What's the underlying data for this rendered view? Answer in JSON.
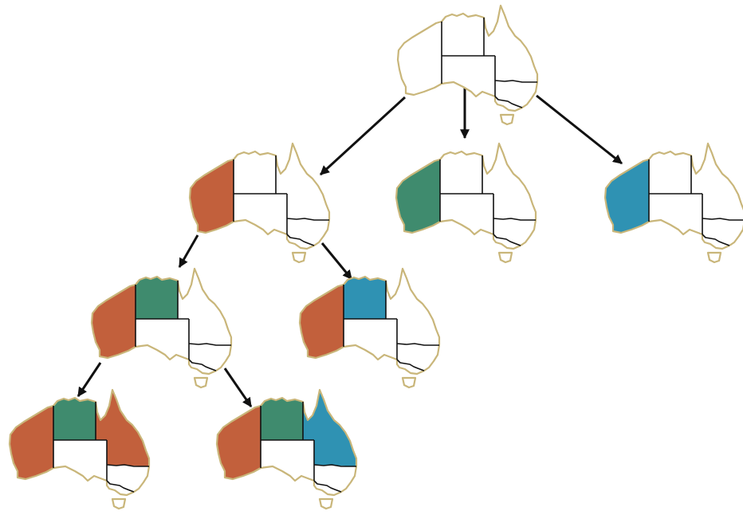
{
  "colors": {
    "red": "#c2603c",
    "green": "#3f8b6e",
    "blue": "#2f92b3",
    "uncolored": "#ffffff",
    "coastline": "#c9b67a",
    "border": "#111111"
  },
  "regions": [
    "WA",
    "NT",
    "SA",
    "Q",
    "NSW",
    "V",
    "T"
  ],
  "states": [
    {
      "id": "root",
      "assignment": {}
    },
    {
      "id": "wa-red",
      "assignment": {
        "WA": "red"
      }
    },
    {
      "id": "wa-green",
      "assignment": {
        "WA": "green"
      }
    },
    {
      "id": "wa-blue",
      "assignment": {
        "WA": "blue"
      }
    },
    {
      "id": "wa-red-nt-green",
      "assignment": {
        "WA": "red",
        "NT": "green"
      }
    },
    {
      "id": "wa-red-nt-blue",
      "assignment": {
        "WA": "red",
        "NT": "blue"
      }
    },
    {
      "id": "wa-red-nt-green-q-red",
      "assignment": {
        "WA": "red",
        "NT": "green",
        "Q": "red"
      }
    },
    {
      "id": "wa-red-nt-green-q-blue",
      "assignment": {
        "WA": "red",
        "NT": "green",
        "Q": "blue"
      }
    }
  ],
  "edges": [
    {
      "from": "root",
      "to": "wa-red"
    },
    {
      "from": "root",
      "to": "wa-green"
    },
    {
      "from": "root",
      "to": "wa-blue"
    },
    {
      "from": "wa-red",
      "to": "wa-red-nt-green"
    },
    {
      "from": "wa-red",
      "to": "wa-red-nt-blue"
    },
    {
      "from": "wa-red-nt-green",
      "to": "wa-red-nt-green-q-red"
    },
    {
      "from": "wa-red-nt-green",
      "to": "wa-red-nt-green-q-blue"
    }
  ]
}
